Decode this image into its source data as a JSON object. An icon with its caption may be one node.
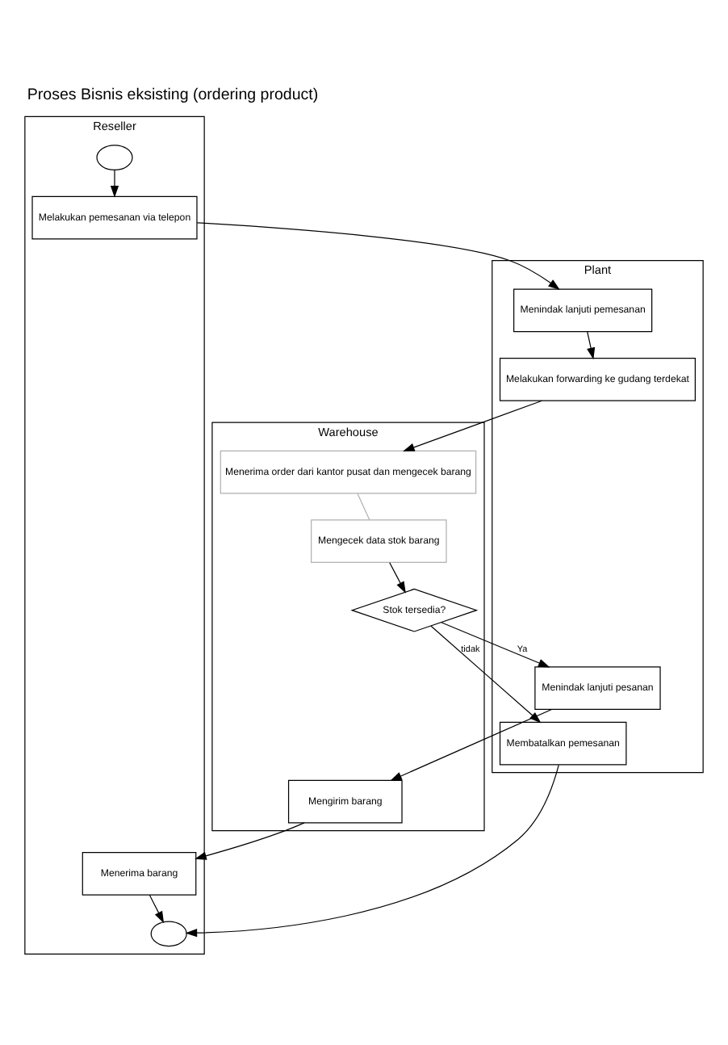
{
  "diagram": {
    "title": "Proses Bisnis eksisting (ordering product)",
    "nodes": [
      {
        "text": [
          "Plant"
        ]
      },
      {
        "text": [
          "Reseller"
        ]
      },
      {
        "text": [
          "Warehouse"
        ]
      },
      {
        "text": [],
        "shape": "circle",
        "in": 1
      },
      {
        "text": [
          "Melakukan pemesanan via telepon"
        ],
        "in": 1
      },
      {
        "text": [
          "Menindak lanjuti pemesanan"
        ],
        "in": 0
      },
      {
        "text": [
          "Melakukan forwarding ke gudang terdekat"
        ],
        "in": 0
      },
      {
        "text": [
          "Menerima order dari kantor pusat dan mengecek barang"
        ],
        "in": 2
      },
      {
        "text": [
          "Mengecek data stok barang"
        ],
        "in": 2
      },
      {
        "text": [
          "Stok tersedia?"
        ],
        "in": 2
      },
      {
        "text": [
          "Membatalkan pemesanan"
        ],
        "in": 0
      },
      {
        "text": [
          "Menindak lanjuti pesanan"
        ],
        "in": 0
      },
      {
        "text": [
          "Mengirim barang"
        ],
        "in": 2
      },
      {
        "text": [
          "Menerima barang"
        ],
        "in": 1
      },
      {
        "text": [],
        "shape": "circle",
        "in": 1
      }
    ],
    "edges": [
      {
        "from": 3,
        "to": 4,
        "arrow": "to"
      },
      {
        "from": 4,
        "to": 5,
        "arrow": "to"
      },
      {
        "from": 5,
        "to": 6,
        "arrow": "to"
      },
      {
        "from": 6,
        "to": 7,
        "arrow": "to"
      },
      {
        "from": 7,
        "to": 8,
        "arrow": "none",
        "color": "#b0b0b0"
      },
      {
        "from": 8,
        "to": 9,
        "arrow": "to"
      },
      {
        "from": 9,
        "to": 10,
        "label": "tidak",
        "arrow": "to"
      },
      {
        "from": 9,
        "to": 11,
        "label": "Ya",
        "arrow": "to"
      },
      {
        "from": 11,
        "to": 12,
        "arrow": "to"
      },
      {
        "from": 12,
        "to": 13,
        "arrow": "to"
      },
      {
        "from": 13,
        "to": 14,
        "arrow": "to"
      },
      {
        "from": 10,
        "to": 14,
        "arrow": "to"
      }
    ]
  }
}
